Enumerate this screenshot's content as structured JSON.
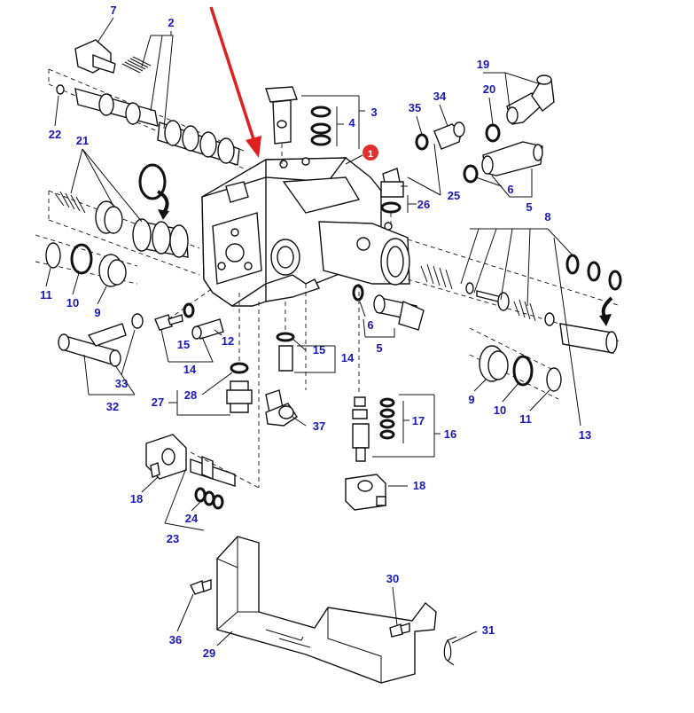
{
  "callouts": {
    "c1": "1",
    "c2": "2",
    "c3": "3",
    "c4": "4",
    "c5a": "5",
    "c5b": "5",
    "c6a": "6",
    "c6b": "6",
    "c7": "7",
    "c8": "8",
    "c9a": "9",
    "c9b": "9",
    "c10a": "10",
    "c10b": "10",
    "c11a": "11",
    "c11b": "11",
    "c12": "12",
    "c13": "13",
    "c14a": "14",
    "c14b": "14",
    "c15a": "15",
    "c15b": "15",
    "c16": "16",
    "c17": "17",
    "c18a": "18",
    "c18b": "18",
    "c19": "19",
    "c20": "20",
    "c21": "21",
    "c22": "22",
    "c23": "23",
    "c24": "24",
    "c25": "25",
    "c26": "26",
    "c27": "27",
    "c28": "28",
    "c29": "29",
    "c30": "30",
    "c31": "31",
    "c32": "32",
    "c33": "33",
    "c34": "34",
    "c35": "35",
    "c36": "36",
    "c37": "37"
  },
  "colors": {
    "callout_text": "#1a1ab4",
    "arrow": "#e02020",
    "badge": "#e03030"
  },
  "icons": {
    "main_arrow": "red-pointer-arrow",
    "insert_arrow": "black-curved-arrow"
  }
}
